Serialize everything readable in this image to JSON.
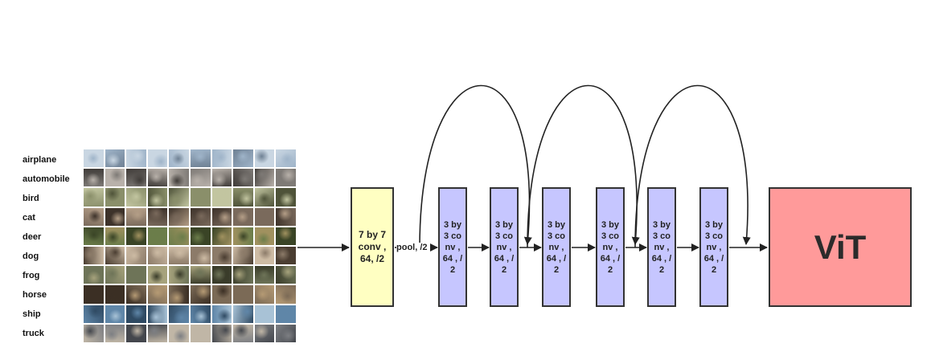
{
  "classes": [
    "airplane",
    "automobile",
    "bird",
    "cat",
    "deer",
    "dog",
    "frog",
    "horse",
    "ship",
    "truck"
  ],
  "stem_block": {
    "label": "7 by 7 conv , 64, /2",
    "color": "#ffffc2"
  },
  "pool_label": "pool, /2",
  "conv_blocks": [
    {
      "label": "3 by 3 co nv , 64 , /2"
    },
    {
      "label": "3 by 3 co nv , 64 , /2"
    },
    {
      "label": "3 by 3 co nv , 64 , /2"
    },
    {
      "label": "3 by 3 co nv , 64 , /2"
    },
    {
      "label": "3 by 3 co nv , 64 , /2"
    },
    {
      "label": "3 by 3 co nv , 64 , /2"
    }
  ],
  "conv_block_color": "#c6c6ff",
  "head_block": {
    "label": "ViT",
    "color": "#ff9a9a"
  },
  "arrow_color": "#222222"
}
